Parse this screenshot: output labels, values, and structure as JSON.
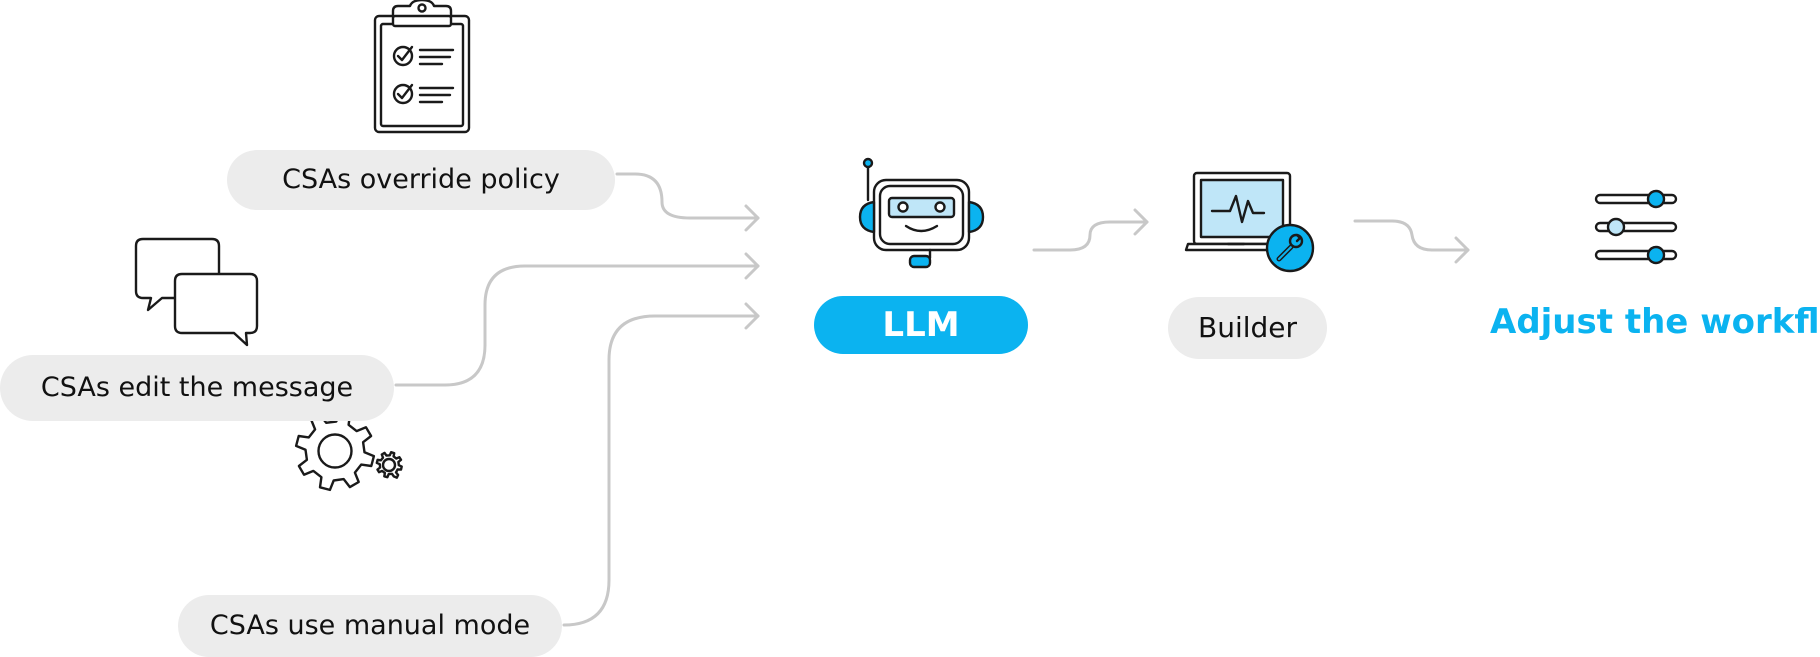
{
  "inputs": {
    "override_policy": "CSAs override policy",
    "edit_message": "CSAs edit the message",
    "manual_mode": "CSAs use manual mode"
  },
  "llm": {
    "label": "LLM"
  },
  "builder": {
    "label": "Builder"
  },
  "result": {
    "label": "Adjust the workflow"
  },
  "icons": {
    "checklist": "clipboard-checklist-icon",
    "chat": "chat-bubbles-icon",
    "gears": "gears-icon",
    "robot": "robot-headset-icon",
    "laptop": "laptop-wrench-icon",
    "sliders": "sliders-icon"
  },
  "colors": {
    "accent": "#0bb3f0",
    "icon_fill_light": "#bfe6f8",
    "pill_grey": "#ececec",
    "connector": "#c8c8c8",
    "text": "#111111"
  }
}
